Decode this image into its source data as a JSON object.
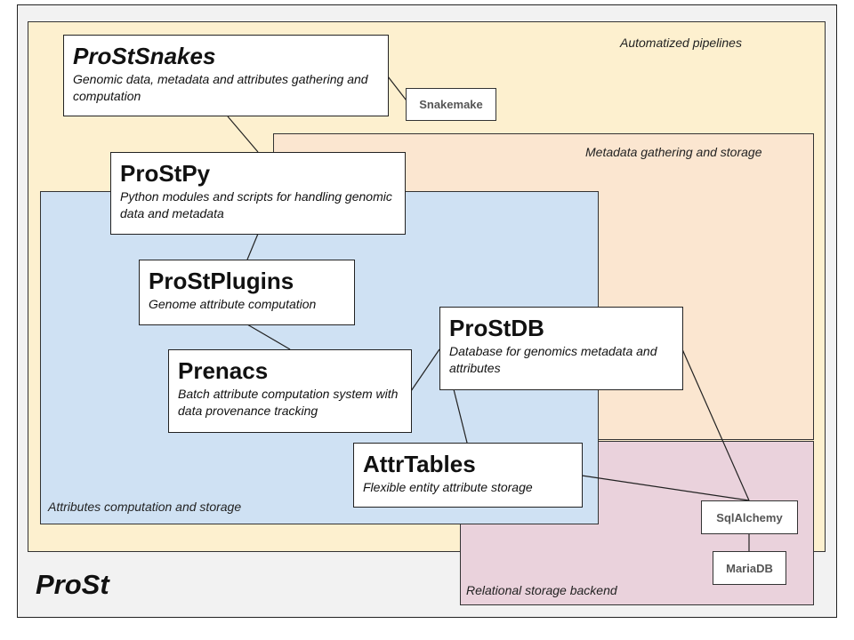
{
  "diagram": {
    "title": "ProSt",
    "regions": {
      "pipelines": "Automatized pipelines",
      "metadata": "Metadata gathering and storage",
      "attributes": "Attributes computation and storage",
      "relational": "Relational storage backend"
    },
    "components": {
      "prostsnakes": {
        "title": "ProStSnakes",
        "desc": "Genomic data, metadata and attributes gathering and computation"
      },
      "prostpy": {
        "title": "ProStPy",
        "desc": "Python modules and scripts for handling genomic data and metadata"
      },
      "prostplugins": {
        "title": "ProStPlugins",
        "desc": "Genome attribute computation"
      },
      "prenacs": {
        "title": "Prenacs",
        "desc": "Batch attribute computation system with data provenance tracking"
      },
      "prostdb": {
        "title": "ProStDB",
        "desc": "Database for genomics metadata and attributes"
      },
      "attrtables": {
        "title": "AttrTables",
        "desc": "Flexible entity attribute storage"
      }
    },
    "tools": {
      "snakemake": "Snakemake",
      "sqlalchemy": "SqlAlchemy",
      "mariadb": "MariaDB"
    }
  }
}
